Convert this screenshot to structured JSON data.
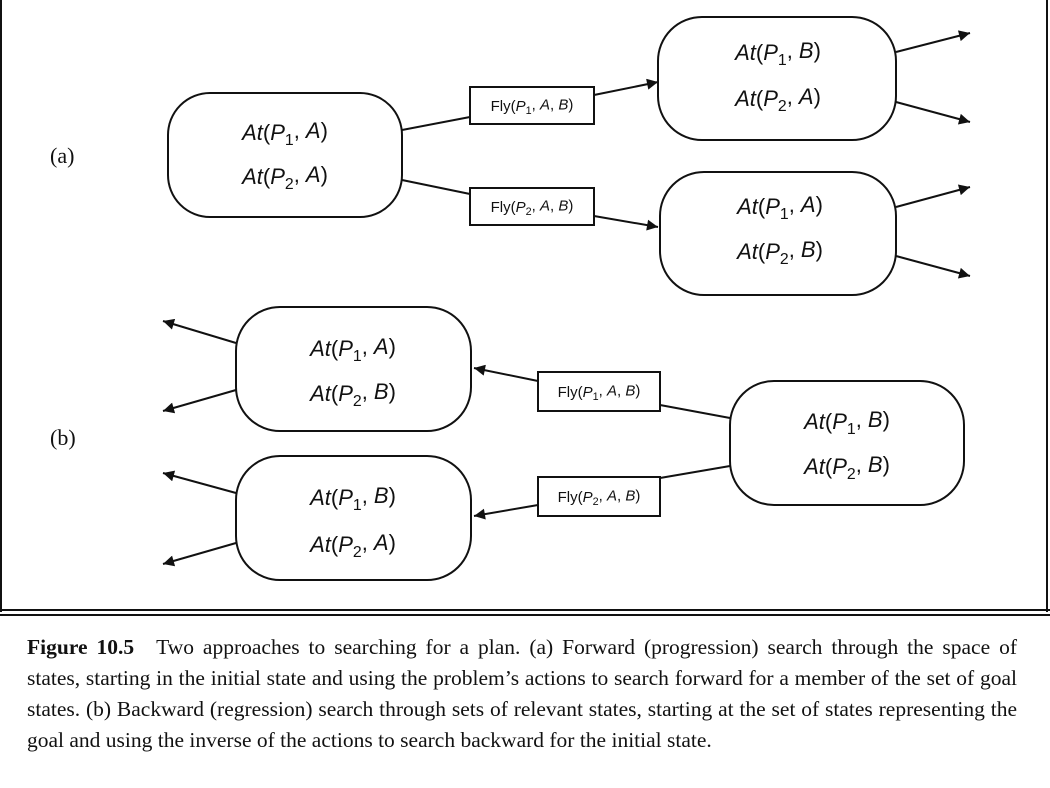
{
  "panels": {
    "a": {
      "label": "(a)",
      "source": [
        "At(P1, A)",
        "At(P2, A)"
      ],
      "actions": [
        "Fly(P1, A, B)",
        "Fly(P2, A, B)"
      ],
      "targets": [
        [
          "At(P1, B)",
          "At(P2, A)"
        ],
        [
          "At(P1, A)",
          "At(P2, B)"
        ]
      ]
    },
    "b": {
      "label": "(b)",
      "goal": [
        "At(P1, B)",
        "At(P2, B)"
      ],
      "actions": [
        "Fly(P1, A, B)",
        "Fly(P2, A, B)"
      ],
      "predecessors": [
        [
          "At(P1, A)",
          "At(P2, B)"
        ],
        [
          "At(P1, B)",
          "At(P2, A)"
        ]
      ]
    }
  },
  "caption": {
    "label": "Figure 10.5",
    "text": "Two approaches to searching for a plan. (a) Forward (progression) search through the space of states, starting in the initial state and using the problem’s actions to search forward for a member of the set of goal states. (b) Backward (regression) search through sets of relevant states, starting at the set of states representing the goal and using the inverse of the actions to search backward for the initial state."
  }
}
